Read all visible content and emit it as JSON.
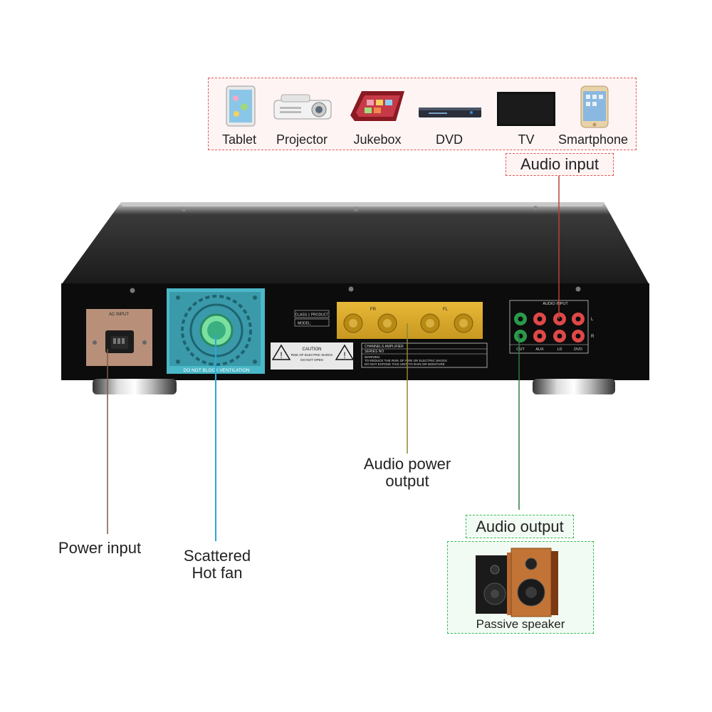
{
  "devices": [
    "Tablet",
    "Projector",
    "Jukebox",
    "DVD",
    "TV",
    "Smartphone"
  ],
  "labels": {
    "audio_input": "Audio input",
    "audio_output": "Audio output",
    "audio_power_output_line1": "Audio power",
    "audio_power_output_line2": "output",
    "power_input": "Power input",
    "fan_line1": "Scattered",
    "fan_line2": "Hot fan",
    "passive_speaker": "Passive speaker"
  },
  "panel": {
    "ac_input": "AC INPUT",
    "fan_notice": "DO NOT BLOCK VENTILATION",
    "class_product": "CLASS 1 PRODUCT",
    "model": "MODEL:",
    "caution": "CAUTION",
    "caution_sub1": "RISK OF ELECTRIC SHOCK",
    "caution_sub2": "DO NOT OPEN",
    "fr": "FR",
    "fl": "FL",
    "channels_line1": "CHANNELS AMPLIFIER",
    "channels_line2": "SERIES NO",
    "warning_line1": "WARNING",
    "warning_line2": "TO REDUCE THE RISK OF FIRE OR ELECTRIC SHOCK",
    "warning_line3": "DO NOT EXPOSE THIS UNIT TO RAIN OR MOISTURE",
    "audio_input_panel": "AUDIO INPUT",
    "jack_out": "OUT",
    "jack_aux": "AUX",
    "jack_ld": "LD",
    "jack_dvd": "DVD",
    "l": "L",
    "r": "R"
  },
  "colors": {
    "device_box": "#e05a5a",
    "audio_input_line": "#b5423b",
    "power_line": "#7a5a45",
    "fan_line": "#2aa8d8",
    "power_output_line": "#8a8a2e",
    "audio_output_line": "#2f7a4a",
    "speaker_box": "#3cba5a"
  }
}
